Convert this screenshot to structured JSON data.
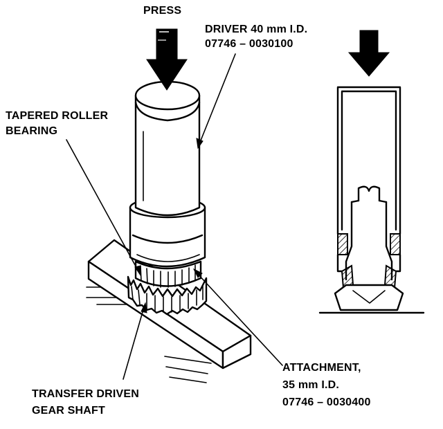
{
  "labels": {
    "press": "PRESS",
    "driver_line1": "DRIVER 40 mm I.D.",
    "driver_line2": "07746 – 0030100",
    "bearing_line1": "TAPERED ROLLER",
    "bearing_line2": "BEARING",
    "attachment_line1": "ATTACHMENT,",
    "attachment_line2": "35 mm I.D.",
    "attachment_line3": "07746 – 0030400",
    "shaft_line1": "TRANSFER DRIVEN",
    "shaft_line2": "GEAR SHAFT"
  },
  "icons": {
    "press_arrow": "down-arrow-icon",
    "section_arrow": "down-arrow-icon"
  }
}
